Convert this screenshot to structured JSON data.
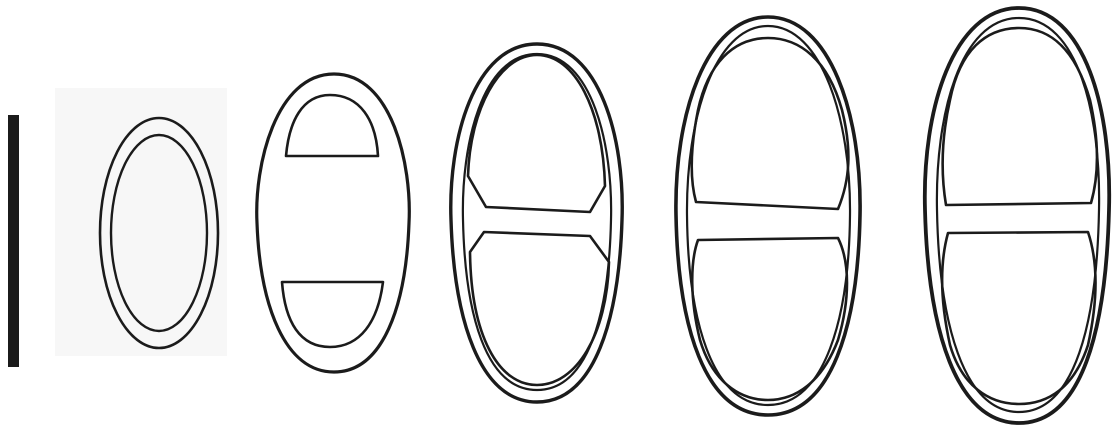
{
  "figure": {
    "stages": [
      {
        "id": "stage-1",
        "cells": 1,
        "description_visible": ""
      },
      {
        "id": "stage-2",
        "cells": 2
      },
      {
        "id": "stage-3",
        "cells": 2
      },
      {
        "id": "stage-4",
        "cells": 2
      },
      {
        "id": "stage-5",
        "cells": 2
      }
    ],
    "scale_bar": {
      "label": ""
    },
    "colors": {
      "ink": "#1b1b1b",
      "background": "#ffffff",
      "panel_tint": "#f7f7f7"
    }
  }
}
